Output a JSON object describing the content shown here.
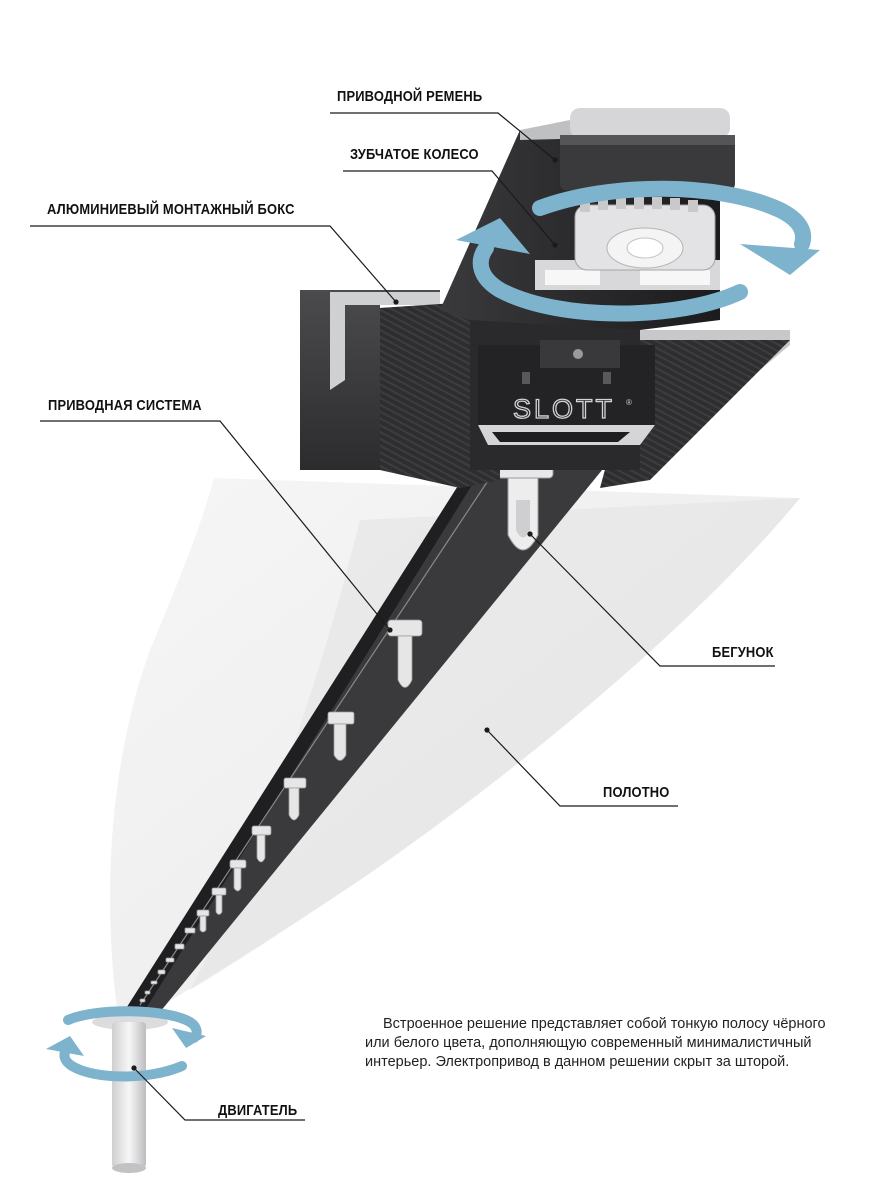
{
  "labels": {
    "drive_belt": "ПРИВОДНОЙ РЕМЕНЬ",
    "gear_wheel": "ЗУБЧАТОЕ КОЛЕСО",
    "aluminium_box": "АЛЮМИНИЕВЫЙ МОНТАЖНЫЙ БОКС",
    "drive_system": "ПРИВОДНАЯ СИСТЕМА",
    "runner": "БЕГУНОК",
    "fabric": "ПОЛОТНО",
    "motor": "ДВИГАТЕЛЬ"
  },
  "brand": "SLOTT",
  "brand_mark": "®",
  "description": "Встроенное решение представляет собой тонкую полосу чёрного или белого цвета, дополняющую современный минималистичный интерьер. Электропривод в данном решении скрыт за шторой.",
  "colors": {
    "arrow": "#7db3cd",
    "profile": "#2b2b2d",
    "profile_light": "#4a4a4d",
    "aluminium": "#d8d8da",
    "fabric": "#f1f1f1",
    "leader": "#1a1a1a"
  },
  "icons": [
    "rotation-arrow-icon",
    "rotation-arrow-small-icon"
  ]
}
